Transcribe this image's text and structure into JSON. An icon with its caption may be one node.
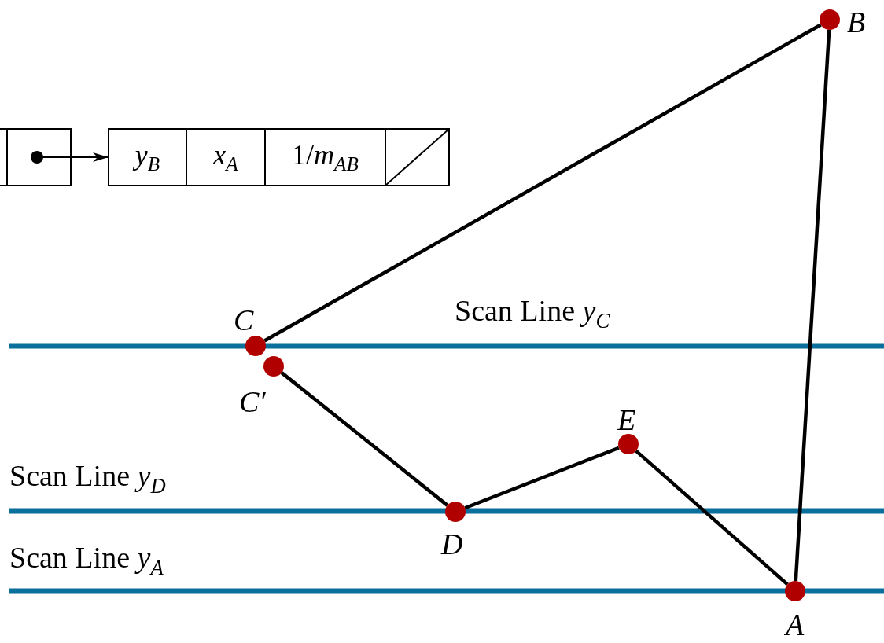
{
  "diagram": {
    "nodes": [
      {
        "text": [],
        "shape": "box"
      },
      {
        "text": [],
        "shape": "box"
      },
      {
        "text": [
          "y$_{B}$"
        ]
      },
      {
        "text": [
          "x$_{A}$"
        ]
      },
      {
        "text": [
          "1/*m*$_{AB}$"
        ]
      },
      {
        "text": [],
        "shape": "box"
      },
      {
        "text": [
          "B"
        ]
      },
      {
        "text": [
          "C"
        ]
      },
      {
        "text": [
          "C′"
        ]
      },
      {
        "text": [
          "D"
        ]
      },
      {
        "text": [
          "E"
        ]
      },
      {
        "text": [
          "A"
        ]
      }
    ],
    "edges": [
      {
        "from": 1,
        "to": 2,
        "arrow": "to"
      },
      {
        "from": 7,
        "to": 6,
        "arrow": "none"
      },
      {
        "from": 6,
        "to": 11,
        "arrow": "none"
      },
      {
        "from": 11,
        "to": 10,
        "arrow": "none"
      },
      {
        "from": 10,
        "to": 9,
        "arrow": "none"
      },
      {
        "from": 9,
        "to": 8,
        "arrow": "none"
      }
    ],
    "labels": [
      "Scan Line *y*$_{C}$",
      "Scan Line *y*$_{D}$",
      "Scan Line *y*$_{A}$"
    ]
  }
}
